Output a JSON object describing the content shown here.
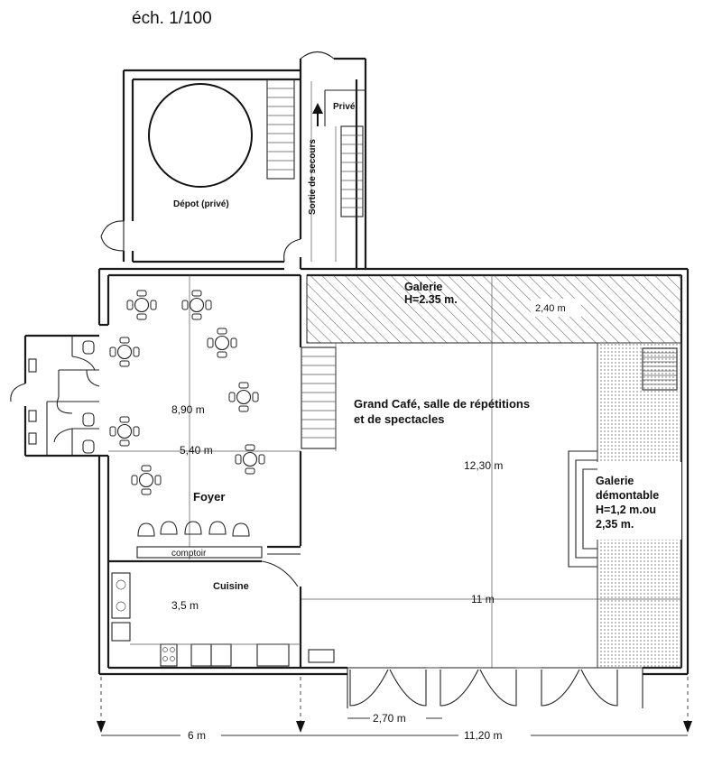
{
  "scale": "éch. 1/100",
  "rooms": {
    "depot": "Dépot (privé)",
    "prive": "Privé",
    "sortie": "Sortie de secours",
    "galerie_line1": "Galerie",
    "galerie_line2": "H=2.35 m.",
    "grand_cafe_line1": "Grand Café, salle de répétitions",
    "grand_cafe_line2": "et de spectacles",
    "galerie_dem_line1": "Galerie",
    "galerie_dem_line2": "démontable",
    "galerie_dem_line3": "H=1,2 m.ou",
    "galerie_dem_line4": "2,35 m.",
    "foyer": "Foyer",
    "comptoir": "comptoir",
    "cuisine": "Cuisine"
  },
  "dimensions": {
    "galerie_depth": "2,40 m",
    "foyer_length": "8,90 m",
    "foyer_width": "5,40 m",
    "hall_length": "12,30 m",
    "hall_width": "11 m",
    "cuisine": "3,5 m",
    "door_width": "2,70 m",
    "bottom_left": "6 m",
    "bottom_right": "11,20 m"
  }
}
